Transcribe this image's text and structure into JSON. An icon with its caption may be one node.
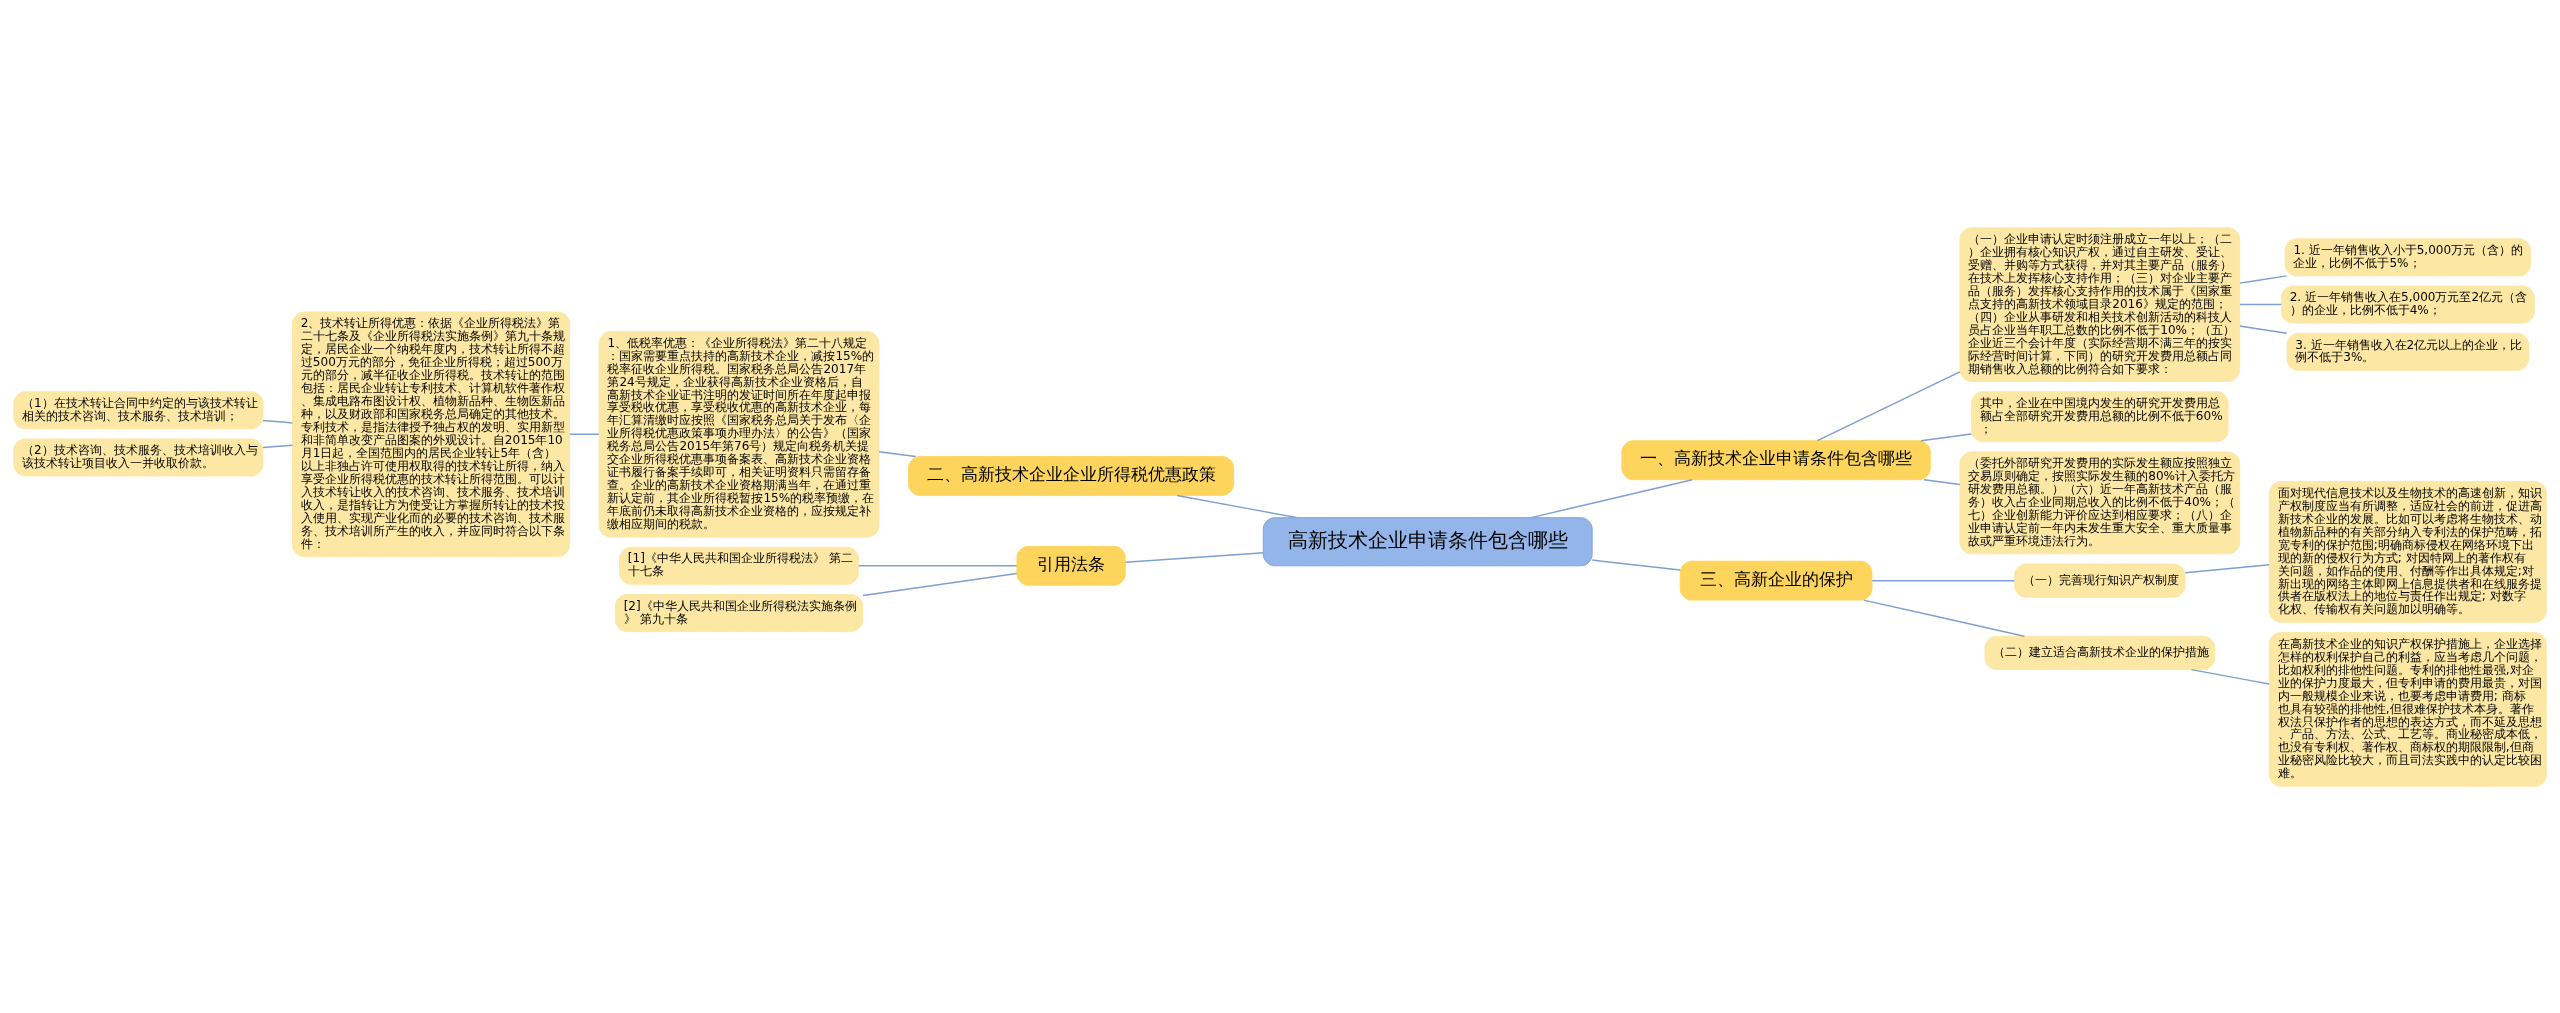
{
  "diagram": {
    "nodes": [
      {
        "text": [
          "高新技术企业申请条件包含哪些"
        ]
      },
      {
        "text": [
          "一、高新技术企业申请条件包含哪些"
        ]
      },
      {
        "text": [
          "（一）企业申请认定时须注册成立一年以上；（二）企业拥有核心知识产权，通过自主研发、受让、受赠、并购等方式获得，并对其主要产品（服务）在技术上发挥核心支持作用；（三）对企业主要产品（服务）发挥核心支持作用的技术属于《国家重点支持的高新技术领域目录2016》规定的范围；（四）企业从事研发和相关技术创新活动的科技人员占企业当年职工总数的比例不低于10%；（五）企业近三个会计年度（实际经营期不满三年的按实际经营时间计算，下同）的研究开发费用总额占同期销售收入总额的比例符合如下要求："
        ]
      },
      {
        "text": [
          "1. 近一年销售收入小于5,000万元（含）的企业，比例不低于5%；"
        ]
      },
      {
        "text": [
          "2. 近一年销售收入在5,000万元至2亿元（含）的企业，比例不低于4%；"
        ]
      },
      {
        "text": [
          "3. 近一年销售收入在2亿元以上的企业，比例不低于3%。"
        ]
      },
      {
        "text": [
          "其中，企业在中国境内发生的研究开发费用总额占全部研究开发费用总额的比例不低于60%；"
        ]
      },
      {
        "text": [
          "（委托外部研究开发费用的实际发生额应按照独立交易原则确定，按照实际发生额的80%计入委托方研发费用总额。）（六）近一年高新技术产品（服务）收入占企业同期总收入的比例不低于40%；（七）企业创新能力评价应达到相应要求；（八）企业申请认定前一年内未发生重大安全、重大质量事故或严重环境违法行为。"
        ]
      },
      {
        "text": [
          "三、高新企业的保护"
        ]
      },
      {
        "text": [
          "（一）完善现行知识产权制度"
        ]
      },
      {
        "text": [
          "面对现代信息技术以及生物技术的高速创新，知识产权制度应当有所调整，适应社会的前进，促进高新技术企业的发展。比如可以考虑将生物技术、动植物新品种的有关部分纳入专利法的保护范畴，拓宽专利的保护范围;明确商标侵权在网络环境下出现的新的侵权行为方式; 对因特网上的著作权有关问题，如作品的使用、付酬等作出具体规定;对新出现的网络主体即网上信息提供者和在线服务提供者在版权法上的地位与责任作出规定; 对数字化权、传输权有关问题加以明确等。"
        ]
      },
      {
        "text": [
          "（二）建立适合高新技术企业的保护措施"
        ]
      },
      {
        "text": [
          "在高新技术企业的知识产权保护措施上，企业选择怎样的权利保护自己的利益，应当考虑几个问题，比如权利的排他性问题。专利的排他性最强,对企业的保护力度最大，但专利申请的费用最贵，对国内一般规模企业来说，也要考虑申请费用; 商标也具有较强的排他性,但很难保护技术本身。著作权法只保护作者的思想的表达方式，而不延及思想、产品、方法、公式、工艺等。商业秘密成本低，也没有专利权、著作权、商标权的期限限制,但商业秘密风险比较大，而且司法实践中的认定比较困难。"
        ]
      },
      {
        "text": [
          "二、高新技术企业企业所得税优惠政策"
        ]
      },
      {
        "text": [
          "1、低税率优惠：《企业所得税法》第二十八规定：国家需要重点扶持的高新技术企业，减按15%的税率征收企业所得税。国家税务总局公告2017年第24号规定，企业获得高新技术企业资格后，自高新技术企业证书注明的发证时间所在年度起申报享受税收优惠，享受税收优惠的高新技术企业，每年汇算清缴时应按照《国家税务总局关于发布〈企业所得税优惠政策事项办理办法〉的公告》（国家税务总局公告2015年第76号）规定向税务机关提交企业所得税优惠事项备案表、高新技术企业资格证书履行备案手续即可，相关证明资料只需留存备查。企业的高新技术企业资格期满当年，在通过重新认定前，其企业所得税暂按15%的税率预缴，在年底前仍未取得高新技术企业资格的，应按规定补缴相应期间的税款。"
        ]
      },
      {
        "text": [
          "2、技术转让所得优惠：依据《企业所得税法》第二十七条及《企业所得税法实施条例》第九十条规定，居民企业一个纳税年度内，技术转让所得不超过500万元的部分，免征企业所得税；超过500万元的部分，减半征收企业所得税。技术转让的范围包括：居民企业转让专利技术、计算机软件著作权、集成电路布图设计权、植物新品种、生物医新品种，以及财政部和国家税务总局确定的其他技术。专利技术，是指法律授予独占权的发明、实用新型和非简单改变产品图案的外观设计。自2015年10月1日起，全国范围内的居民企业转让5年（含）以上非独占许可使用权取得的技术转让所得，纳入享受企业所得税优惠的技术转让所得范围。可以计入技术转让收入的技术咨询、技术服务、技术培训收入，是指转让方为使受让方掌握所转让的技术投入使用、实现产业化而的必要的技术咨询、技术服务、技术培训所产生的收入，并应同时符合以下条件："
        ]
      },
      {
        "text": [
          "（1）在技术转让合同中约定的与该技术转让相关的技术咨询、技术服务、技术培训；"
        ]
      },
      {
        "text": [
          "（2）技术咨询、技术服务、技术培训收入与该技术转让项目收入一并收取价款。"
        ]
      },
      {
        "text": [
          "引用法条"
        ]
      },
      {
        "text": [
          "[1]《中华人民共和国企业所得税法》 第二十七条"
        ]
      },
      {
        "text": [
          "[2]《中华人民共和国企业所得税法实施条例》 第九十条"
        ]
      }
    ],
    "edges": [
      {
        "from": 0,
        "to": 1,
        "arrow": "none"
      },
      {
        "from": 1,
        "to": 2,
        "arrow": "none"
      },
      {
        "from": 2,
        "to": 3,
        "arrow": "none"
      },
      {
        "from": 2,
        "to": 4,
        "arrow": "none"
      },
      {
        "from": 2,
        "to": 5,
        "arrow": "none"
      },
      {
        "from": 1,
        "to": 6,
        "arrow": "none"
      },
      {
        "from": 1,
        "to": 7,
        "arrow": "none"
      },
      {
        "from": 0,
        "to": 8,
        "arrow": "none"
      },
      {
        "from": 8,
        "to": 9,
        "arrow": "none"
      },
      {
        "from": 9,
        "to": 10,
        "arrow": "none"
      },
      {
        "from": 8,
        "to": 11,
        "arrow": "none"
      },
      {
        "from": 11,
        "to": 12,
        "arrow": "none"
      },
      {
        "from": 0,
        "to": 13,
        "arrow": "none"
      },
      {
        "from": 13,
        "to": 14,
        "arrow": "none"
      },
      {
        "from": 14,
        "to": 15,
        "arrow": "none"
      },
      {
        "from": 15,
        "to": 16,
        "arrow": "none"
      },
      {
        "from": 15,
        "to": 17,
        "arrow": "none"
      },
      {
        "from": 0,
        "to": 18,
        "arrow": "none"
      },
      {
        "from": 18,
        "to": 19,
        "arrow": "none"
      },
      {
        "from": 18,
        "to": 20,
        "arrow": "none"
      }
    ]
  }
}
